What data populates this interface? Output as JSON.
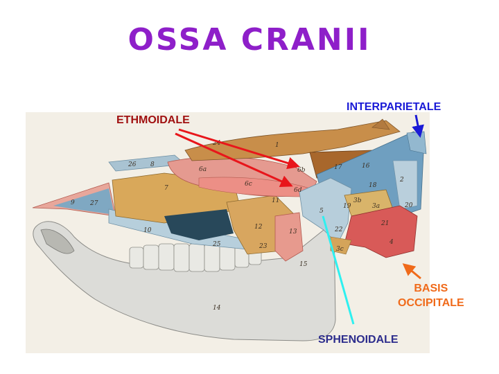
{
  "title": "OSSA CRANII",
  "colors": {
    "title": "#8e1fc9",
    "interparietale": "#1a1ad6",
    "ethmoidale": "#a01010",
    "ethmoidale_arrows": "#e8161b",
    "basis_occipitale": "#f06a1a",
    "sphenoidale": "#2c2c8c",
    "sphenoidale_arrow": "#2ef0f0"
  },
  "labels": {
    "interparietale": "INTERPARIETALE",
    "ethmoidale": "ETHMOIDALE",
    "basis_occipitale_line1": "BASIS",
    "basis_occipitale_line2": "OCCIPITALE",
    "sphenoidale": "SPHENOIDALE"
  },
  "figure": {
    "description": "Sagittal section of a skull with coloured bones",
    "bone_numbers": [
      "1",
      "2",
      "3a",
      "3b",
      "3c",
      "4",
      "5",
      "6a",
      "6b",
      "6c",
      "6d",
      "7",
      "8",
      "9",
      "10",
      "11",
      "12",
      "13",
      "14",
      "15",
      "16",
      "17",
      "18",
      "19",
      "20",
      "21",
      "22",
      "23",
      "24",
      "25",
      "26",
      "27"
    ]
  }
}
